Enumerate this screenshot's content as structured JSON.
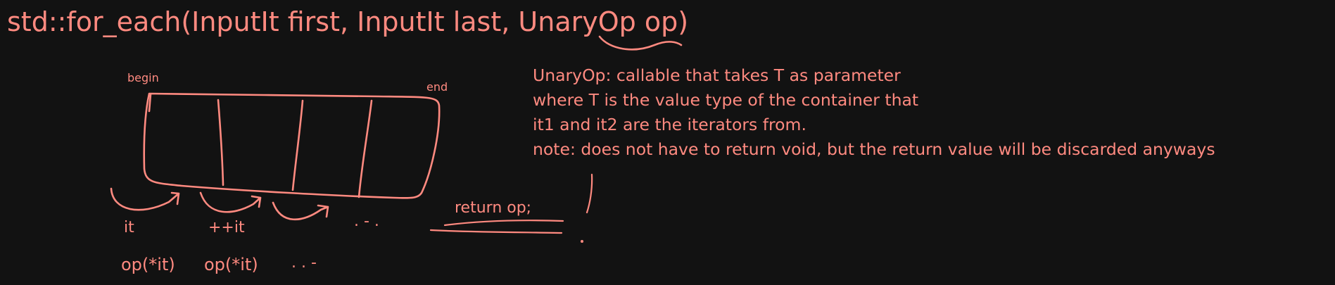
{
  "signature": "std::for_each(InputIt first, InputIt last, UnaryOp op)",
  "labels": {
    "begin": "begin",
    "end": "end",
    "iter_first": "it",
    "iter_next": "++it",
    "iter_ellipsis": ". - .",
    "call_first": "op(*it)",
    "call_second": "op(*it)",
    "call_ellipsis": ". . -",
    "return_text": "return op;"
  },
  "notes": [
    "UnaryOp: callable that takes T as parameter",
    "where T is the value type of the container that",
    "it1 and it2 are the iterators from.",
    "note: does not have to return void, but the return value will be discarded anyways"
  ],
  "colors": {
    "background": "#121212",
    "ink": "#ff8a80"
  }
}
